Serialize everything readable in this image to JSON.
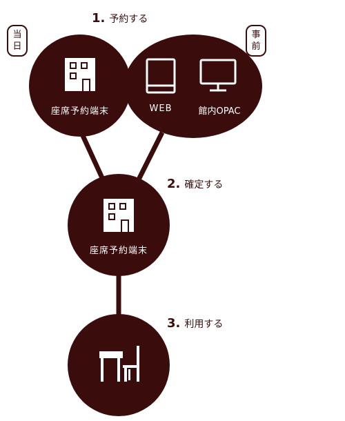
{
  "colors": {
    "dark": "#3a0c0c",
    "light": "#ffffff"
  },
  "steps": [
    {
      "num": "1.",
      "text": "予約する"
    },
    {
      "num": "2.",
      "text": "確定する"
    },
    {
      "num": "3.",
      "text": "利用する"
    }
  ],
  "bubbles": {
    "same_day": [
      "当",
      "日"
    ],
    "advance": [
      "事",
      "前"
    ]
  },
  "nodes": {
    "terminal_top": {
      "label": "座席予約端末",
      "icon": "building-icon"
    },
    "web_opac": {
      "web_label": "WEB",
      "opac_label": "館内OPAC",
      "web_icon": "tablet-icon",
      "opac_icon": "monitor-icon"
    },
    "terminal_confirm": {
      "label": "座席予約端末",
      "icon": "building-icon"
    },
    "use": {
      "icon": "desk-chair-icon"
    }
  }
}
